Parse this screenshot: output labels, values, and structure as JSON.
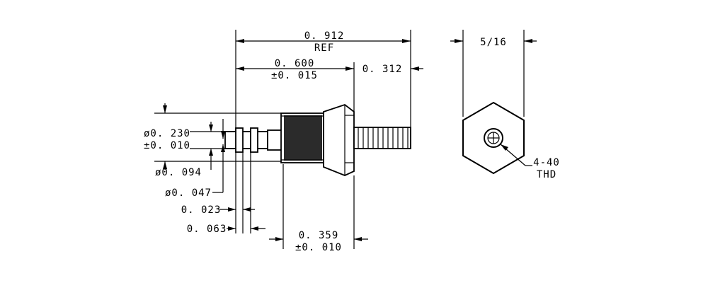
{
  "dimensions": {
    "overall": "0. 912",
    "overall_note": "REF",
    "body_length": "0. 600",
    "body_length_tol": "±0. 015",
    "stud_length": "0. 312",
    "hex_size": "5/16",
    "outer_diameter": "ø0. 230",
    "outer_diameter_tol": "±0. 010",
    "pin_diameter": "ø0. 094",
    "tip_diameter": "ø0. 047",
    "groove_width": "0. 023",
    "groove_offset": "0. 063",
    "knurl_length": "0. 359",
    "knurl_length_tol": "±0. 010",
    "thread_callout": "4-40",
    "thread_note": "THD"
  }
}
